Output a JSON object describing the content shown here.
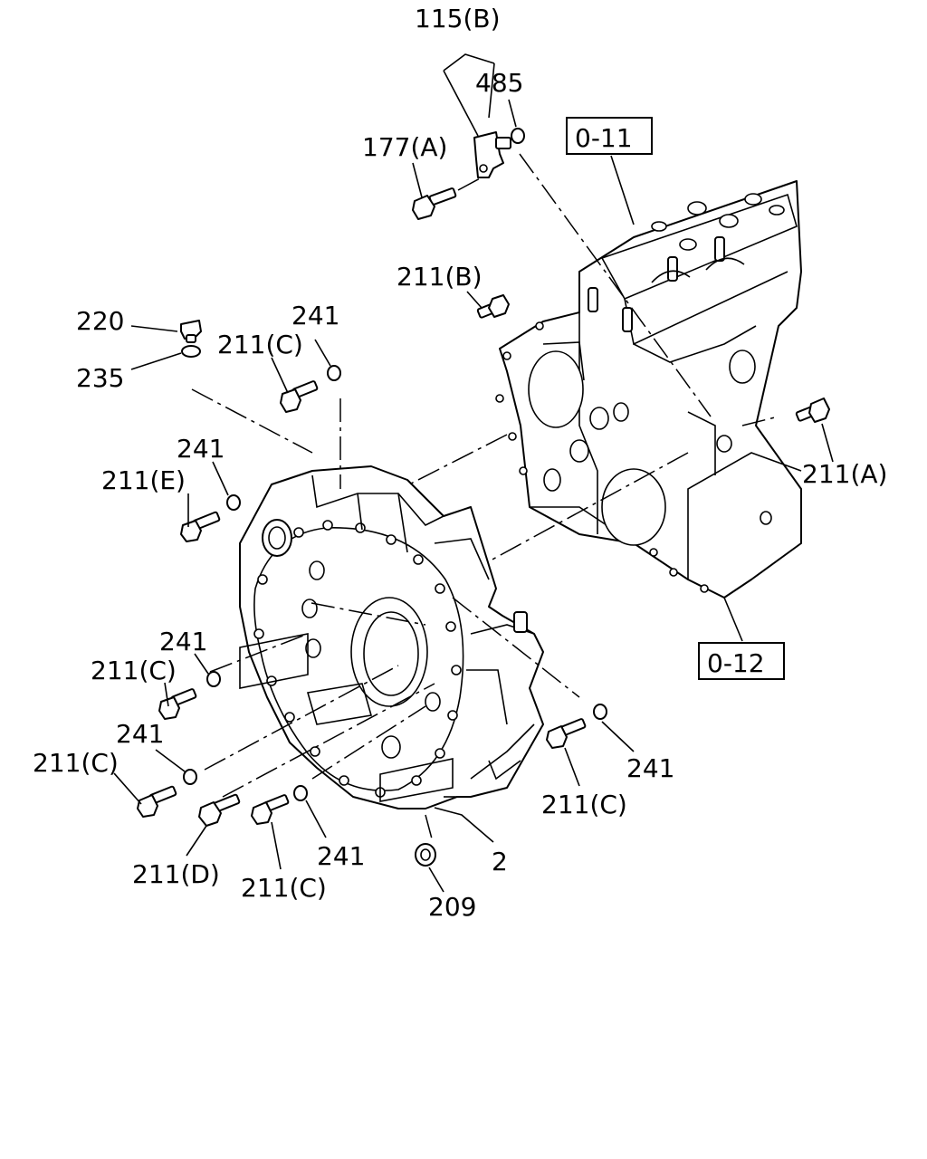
{
  "diagram": {
    "callouts": {
      "c115b": "115(B)",
      "c485": "485",
      "c177a": "177(A)",
      "ref011": "0-11",
      "c211b": "211(B)",
      "c220": "220",
      "c235": "235",
      "c241_top": "241",
      "c211c_top": "211(C)",
      "c241_e": "241",
      "c211e": "211(E)",
      "c211a": "211(A)",
      "ref012": "0-12",
      "c241_mid": "241",
      "c211c_mid": "211(C)",
      "c241_low": "241",
      "c211c_low": "211(C)",
      "c241_right": "241",
      "c211c_right": "211(C)",
      "c211d": "211(D)",
      "c211c_bottom": "211(C)",
      "c241_bottom": "241",
      "c2": "2",
      "c209": "209"
    }
  }
}
